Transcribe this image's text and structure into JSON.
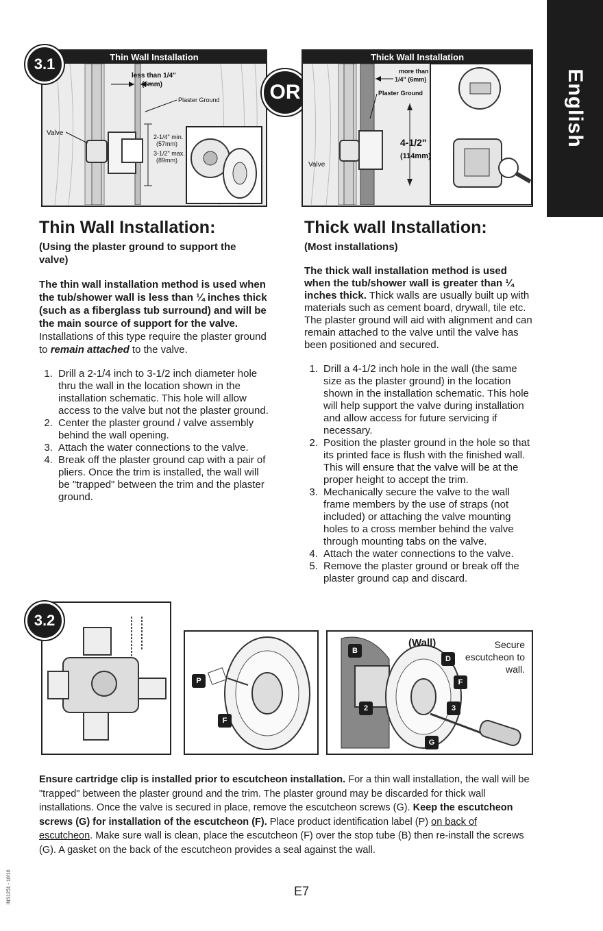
{
  "language_tab": "English",
  "fig31": {
    "badge": "3.1",
    "or_label": "OR",
    "thin_panel": {
      "header": "Thin Wall Installation",
      "lbl_less_than": "less than 1/4\"",
      "lbl_6mm": "(6mm)",
      "lbl_plaster_ground": "Plaster Ground",
      "lbl_valve": "Valve",
      "lbl_min": "2-1/4\" min.",
      "lbl_min_mm": "(57mm)",
      "lbl_max": "3-1/2\" max.",
      "lbl_max_mm": "(89mm)"
    },
    "thick_panel": {
      "header": "Thick Wall Installation",
      "lbl_more_than": "more than",
      "lbl_quarter": "1/4\" (6mm)",
      "lbl_plaster_ground": "Plaster Ground",
      "lbl_valve": "Valve",
      "lbl_dim": "4-1/2\"",
      "lbl_dim_mm": "(114mm)"
    }
  },
  "thin": {
    "title": "Thin Wall Installation:",
    "subtitle": "(Using the plaster ground to support the valve)",
    "intro_bold": "The thin wall installation method is used when the tub/shower wall is less than ¼ inches thick (such as a fiberglass tub surround) and will be the main source of support for the valve.",
    "intro_normal": " Installations of this type require the plaster ground to ",
    "intro_emph": "remain attached",
    "intro_tail": " to the valve.",
    "steps": [
      "Drill a 2-1/4 inch to 3-1/2 inch diameter hole thru the wall in the location shown in the installation schematic. This hole will allow access to the valve but not the plaster ground.",
      "Center the plaster ground / valve assembly behind the wall opening.",
      "Attach the water connections to the valve.",
      "Break off the plaster ground cap with a pair of pliers. Once the trim is installed, the wall will be \"trapped\" between the trim and the plaster ground."
    ]
  },
  "thick": {
    "title": "Thick wall Installation:",
    "subtitle": "(Most installations)",
    "intro_bold": "The thick wall installation method is used when the tub/shower wall is greater than ¼ inches thick.",
    "intro_normal": " Thick walls are usually built up with materials such as cement board, drywall, tile etc. The plaster ground will aid with alignment and can remain attached to the valve until the valve has been positioned and secured.",
    "steps": [
      "Drill a 4-1/2 inch hole in the wall (the same size as the plaster ground) in the location shown in the installation schematic. This hole will help support the valve during installation and allow access for future servicing if necessary.",
      "Position the plaster ground in the hole so that its printed face is flush with the finished wall. This will ensure that the valve will be at the proper height to accept the trim.",
      "Mechanically secure the valve to the wall frame members by the use of straps (not included) or attaching the valve mounting holes to a cross member behind the valve through mounting tabs on the valve.",
      "Attach the water connections to the valve.",
      "Remove the plaster ground or break off the plaster ground cap and discard."
    ]
  },
  "fig32": {
    "badge": "3.2",
    "lbl_p": "P",
    "lbl_f": "F",
    "lbl_wall": "(Wall)",
    "lbl_secure": "Secure escutcheon to wall.",
    "lbl_b": "B",
    "lbl_d": "D",
    "lbl_f2": "F",
    "lbl_g": "G",
    "lbl_2": "2",
    "lbl_3": "3"
  },
  "bottom": {
    "p1_bold": "Ensure cartridge clip is installed prior to escutcheon installation.",
    "p1_normal": " For a thin wall installation, the wall will be \"trapped\" between the plaster ground and the trim. The plaster ground may be discarded for thick wall installations. Once the valve is secured in place, remove the escutcheon screws (G). ",
    "p2_bold": "Keep the escutcheon screws (G) for installation of the escutcheon (F).",
    "p2_normal": " Place product identification label (P) ",
    "p2_underline": "on back of escutcheon",
    "p2_tail": ". Make sure wall is clean, place the escutcheon (F) over the stop tube (B) then re-install the screws (G). A gasket on the back of the escutcheon provides a seal against the wall."
  },
  "page_number": "E7",
  "side_code": "INS1251 - 10/10"
}
